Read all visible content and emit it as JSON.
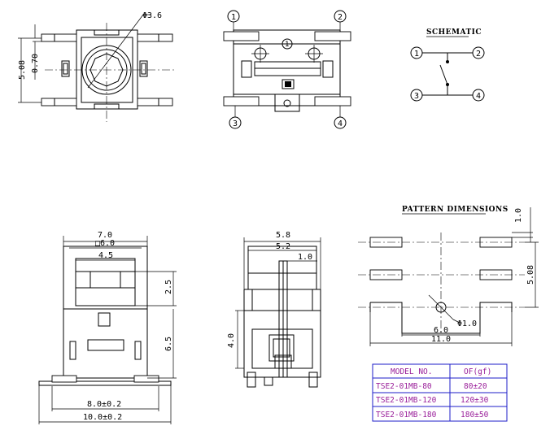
{
  "top_views": {
    "diameter_label": "Φ3.6",
    "dim_508": "5.08",
    "dim_070": "0.70",
    "pins": [
      "1",
      "2",
      "3",
      "4"
    ]
  },
  "schematic": {
    "title": "SCHEMATIC",
    "pins": [
      "1",
      "2",
      "3",
      "4"
    ]
  },
  "front_view": {
    "dim_70": "7.0",
    "dim_60": "□6.0",
    "dim_45": "4.5",
    "dim_25": "2.5",
    "dim_65": "6.5",
    "dim_80": "8.0±0.2",
    "dim_100": "10.0±0.2"
  },
  "side_view": {
    "dim_58": "5.8",
    "dim_52": "5.2",
    "dim_10": "1.0",
    "dim_40": "4.0"
  },
  "pattern": {
    "title": "PATTERN DIMENSIONS",
    "dim_10_top": "1.0",
    "dim_508": "5.08",
    "dim_60": "6.0",
    "dim_phi": "Φ1.0",
    "dim_110": "11.0"
  },
  "model_table": {
    "headers": [
      "MODEL NO.",
      "OF(gf)"
    ],
    "rows": [
      [
        "TSE2-01MB-80",
        "80±20"
      ],
      [
        "TSE2-01MB-120",
        "120±30"
      ],
      [
        "TSE2-01MB-180",
        "180±50"
      ]
    ]
  }
}
